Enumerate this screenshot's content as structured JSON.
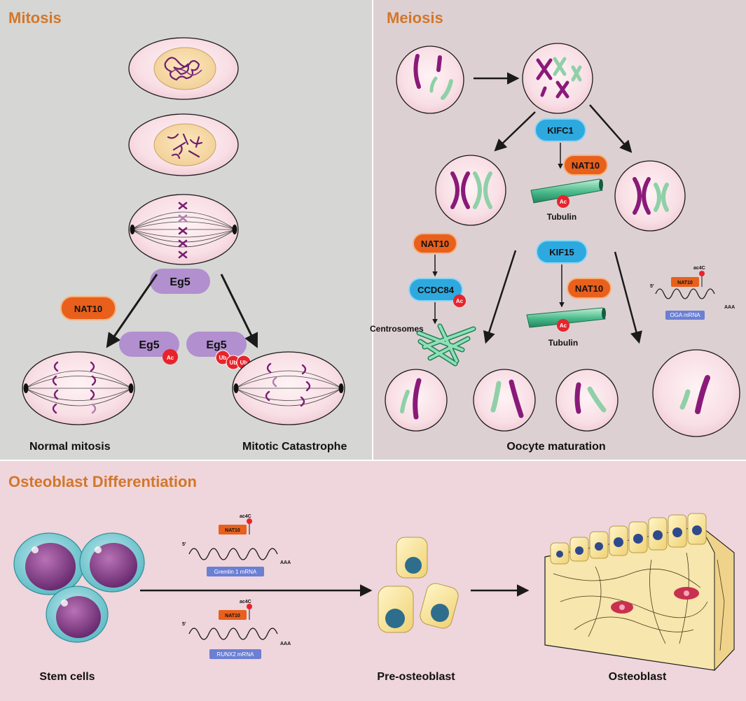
{
  "panels": {
    "mitosis": {
      "title": "Mitosis",
      "eg5": "Eg5",
      "eg5_ac": "Eg5",
      "eg5_ub": "Eg5",
      "nat10": "NAT10",
      "ac": "Ac",
      "ub": "Ub",
      "normal": "Normal mitosis",
      "catastrophe": "Mitotic Catastrophe"
    },
    "meiosis": {
      "title": "Meiosis",
      "kifc1": "KIFC1",
      "nat10_a": "NAT10",
      "tubulin_a": "Tubulin",
      "nat10_b": "NAT10",
      "ccdc84": "CCDC84",
      "centrosomes": "Centrosomes",
      "kif15": "KIF15",
      "nat10_c": "NAT10",
      "tubulin_b": "Tubulin",
      "ac": "Ac",
      "mrna_label": "OGA mRNA",
      "mrna_nat10": "NAT10",
      "mrna_ac4c": "ac4C",
      "mrna_5p": "5'",
      "mrna_aaa": "AAA",
      "oocyte": "Oocyte maturation"
    },
    "osteoblast": {
      "title": "Osteoblast Differentiation",
      "stem": "Stem cells",
      "pre": "Pre-osteoblast",
      "osteoblast": "Osteoblast",
      "mrna1_label": "Gremlin 1 mRNA",
      "mrna2_label": "RUNX2 mRNA",
      "nat10": "NAT10",
      "ac4c": "ac4C",
      "five_prime": "5'",
      "aaa": "AAA"
    }
  },
  "colors": {
    "mitosis_bg": "#d6d6d4",
    "meiosis_bg": "#ddd0d3",
    "osteo_bg": "#efd5dc",
    "title": "#d2772a",
    "nat10": "#e8601c",
    "eg5": "#b28fcf",
    "kif": "#2ea9e0",
    "ac_tag": "#e8232b",
    "mrna_box": "#6b7fd3",
    "chromo_purple": "#8a1a7a",
    "chromo_green": "#8fd0a8"
  }
}
